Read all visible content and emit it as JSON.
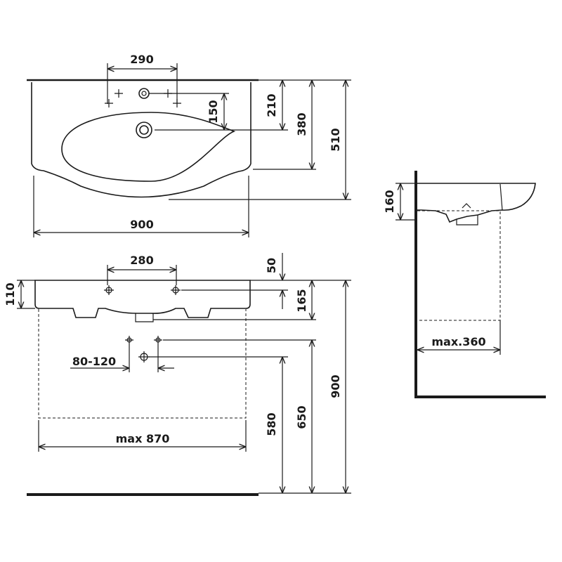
{
  "top_view": {
    "width_label": "900",
    "tap_spacing_label": "290",
    "tap_to_drain_label": "150",
    "back_to_drain_label": "210",
    "back_to_front_label": "380",
    "overall_depth_label": "510"
  },
  "front_view": {
    "tap_spacing_label": "280",
    "rim_to_tap_label": "50",
    "height_label": "110",
    "bowl_depth_label": "165",
    "supply_spacing_label": "80-120",
    "max_width_label": "max 870",
    "waste_height_label": "580",
    "supply_height_label": "650",
    "rim_height_label": "900"
  },
  "side_view": {
    "depth_label": "160",
    "max_depth_label": "max.360"
  }
}
